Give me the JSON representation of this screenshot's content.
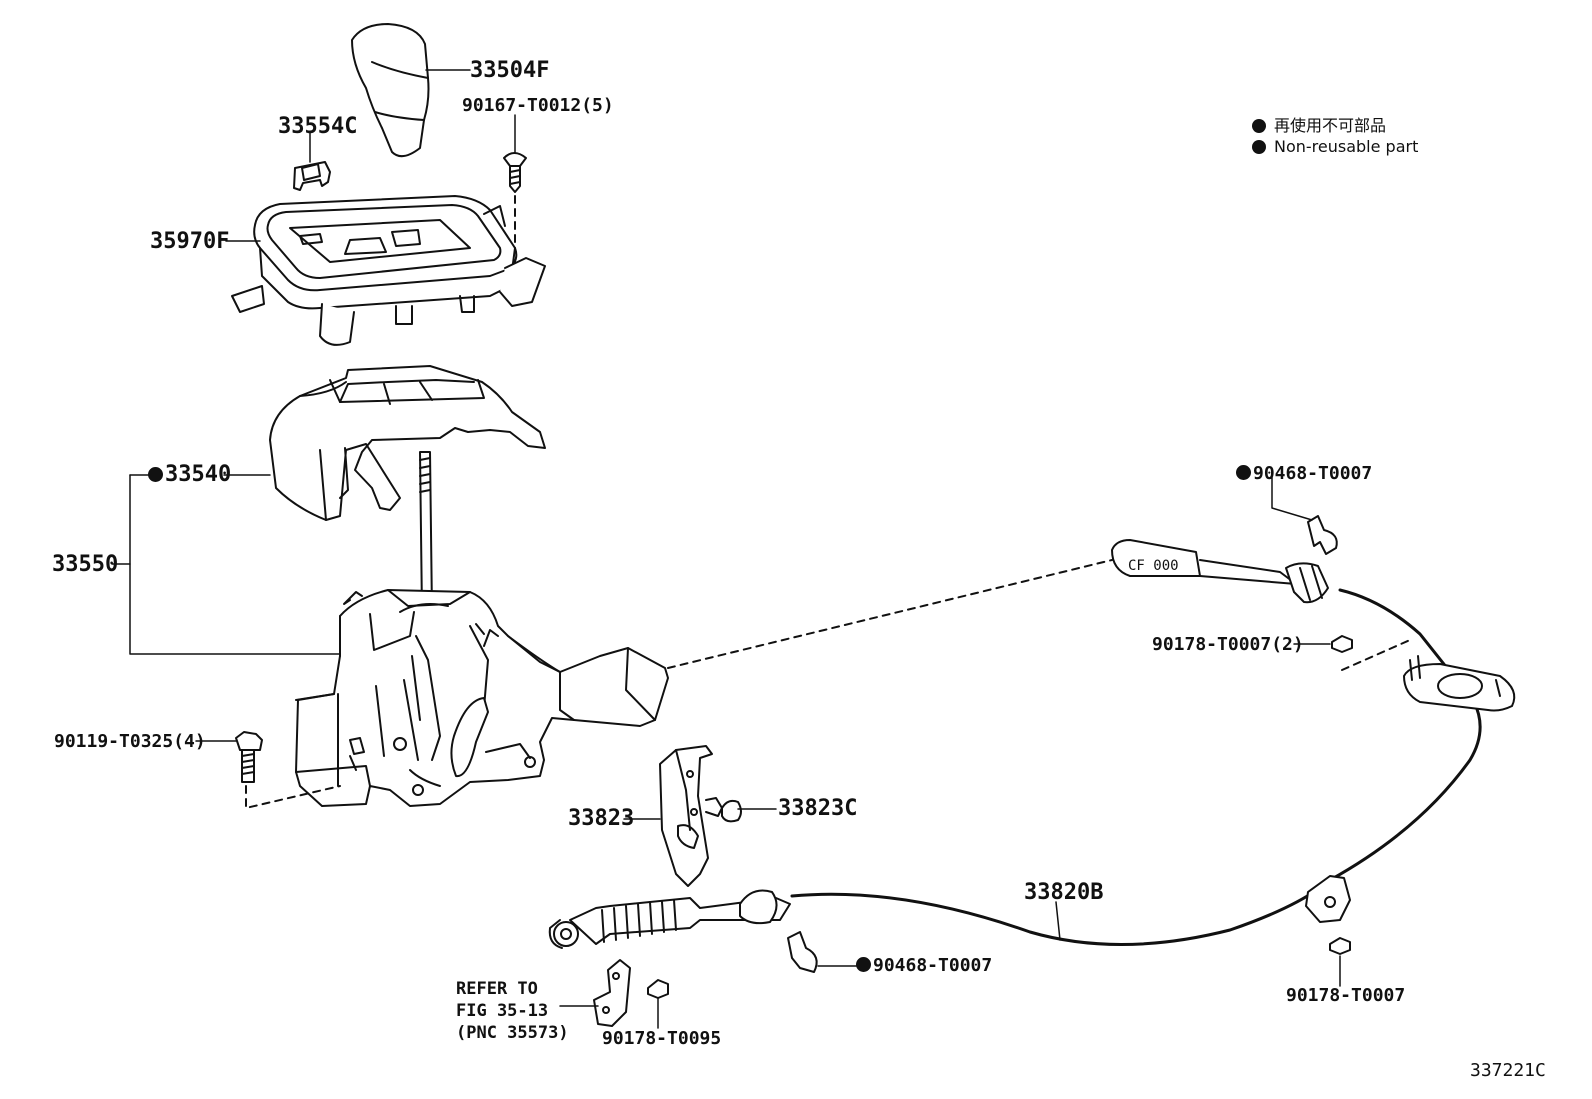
{
  "legend": {
    "jp": "再使用不可部品",
    "en": "Non-reusable part"
  },
  "labels": {
    "p33504F": "33504F",
    "p90167": "90167-T0012(5)",
    "p33554C": "33554C",
    "p35970F": "35970F",
    "p33540": "33540",
    "p33550": "33550",
    "p90119": "90119-T0325(4)",
    "p90468a": "90468-T0007",
    "p90178_2": "90178-T0007(2)",
    "p33823": "33823",
    "p33823C": "33823C",
    "p33820B": "33820B",
    "p90468b": "90468-T0007",
    "p90178b": "90178-T0007",
    "p90178_95": "90178-T0095",
    "figure_id": "337221C"
  },
  "refer": {
    "line1": "REFER TO",
    "line2": "FIG 35-13",
    "line3": "(PNC 35573)"
  },
  "cable_tag": "CF 000"
}
